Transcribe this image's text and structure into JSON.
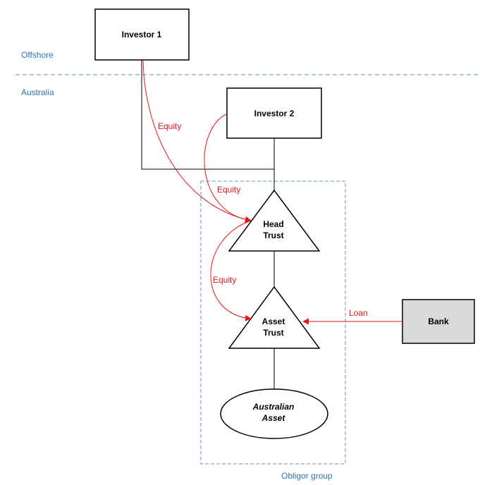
{
  "regions": {
    "offshore": "Offshore",
    "australia": "Australia",
    "obligor_group": "Obligor group"
  },
  "entities": {
    "investor1": "Investor 1",
    "investor2": "Investor 2",
    "head_trust_line1": "Head",
    "head_trust_line2": "Trust",
    "asset_trust_line1": "Asset",
    "asset_trust_line2": "Trust",
    "australian_asset_line1": "Australian",
    "australian_asset_line2": "Asset",
    "bank": "Bank"
  },
  "flows": {
    "equity_investor1": "Equity",
    "equity_investor2": "Equity",
    "equity_head_to_asset": "Equity",
    "loan": "Loan"
  },
  "colors": {
    "flow": "#e8141a",
    "region": "#2e75b6",
    "bank_fill": "#d9d9d9"
  }
}
